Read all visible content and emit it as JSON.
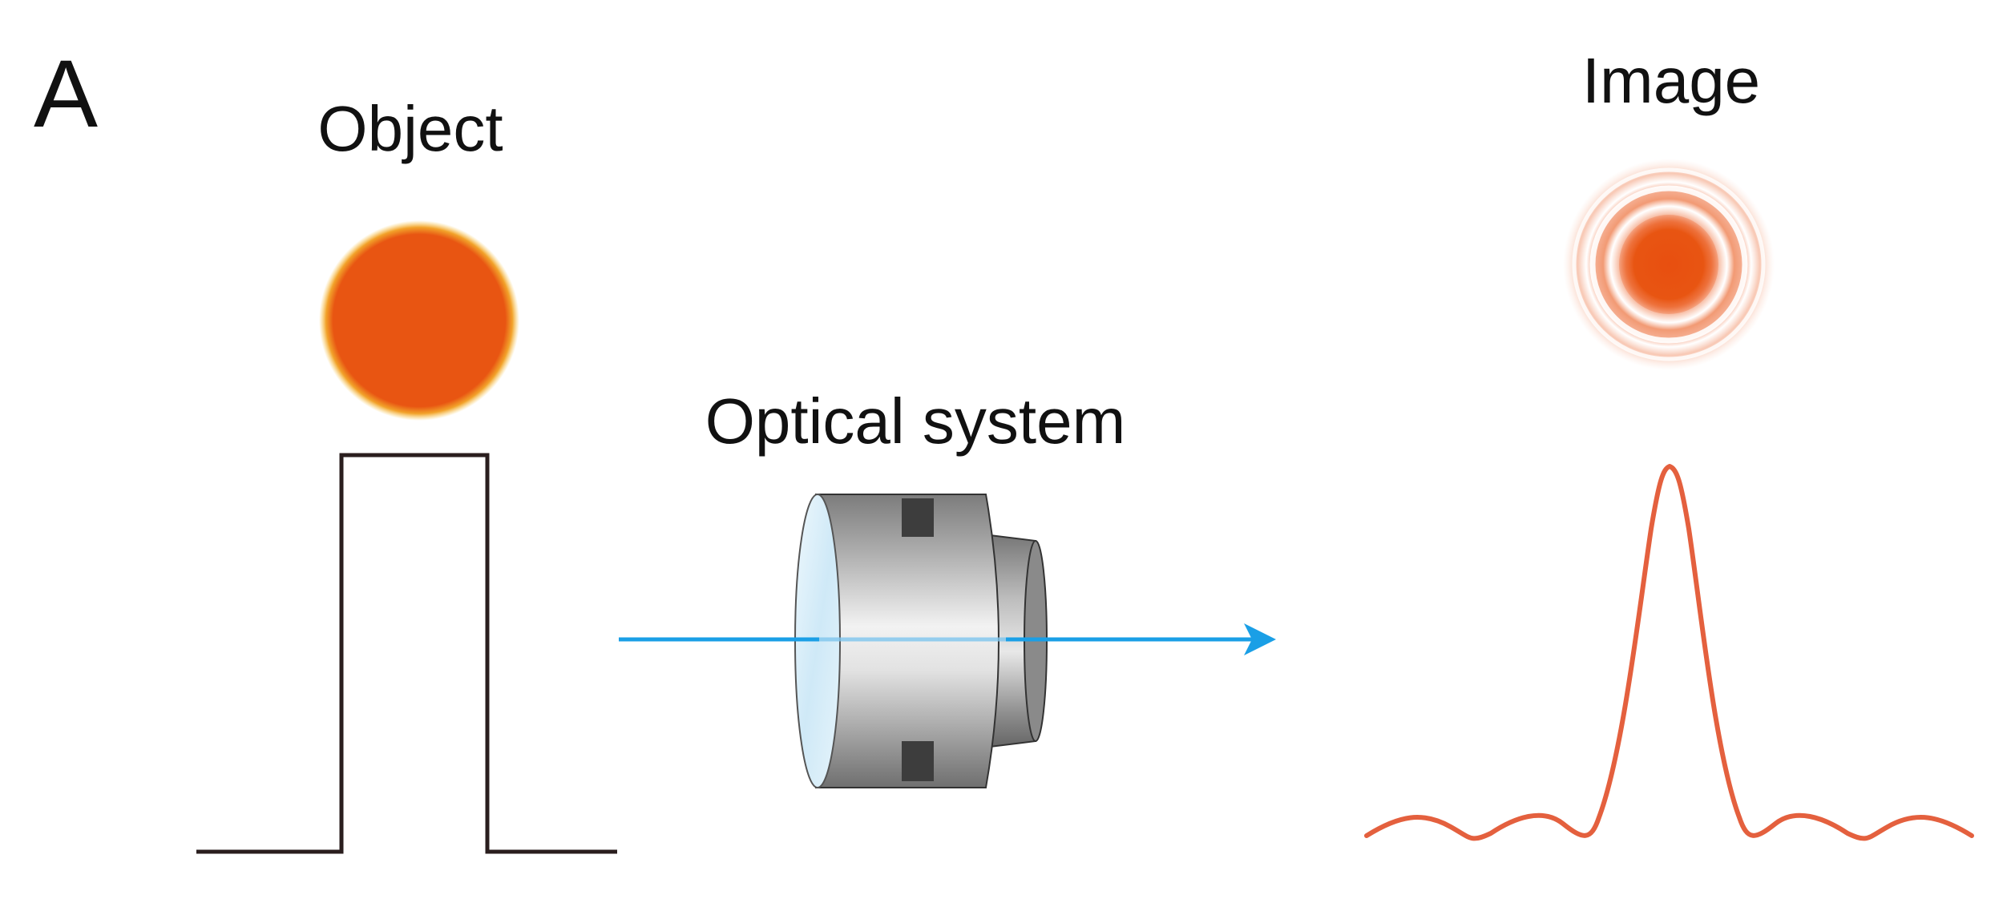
{
  "panel_label": "A",
  "labels": {
    "object": "Object",
    "optical_system": "Optical system",
    "image": "Image"
  },
  "colors": {
    "object_fill": "#e85512",
    "object_rim": "#f6b820",
    "airy_core": "#e85512",
    "psf_curve": "#e4603e",
    "rect_pulse": "#2a1e1e",
    "light_ray": "#1a9fe6",
    "lens_body": "#b8b8b8",
    "lens_glass": "#d6eef9"
  },
  "icons": {
    "object_disk": "blurred-orange-disk",
    "optical_system": "lens-barrel-icon",
    "image_spot": "airy-pattern-rings"
  },
  "profiles": {
    "object_profile": "rectangular-pulse",
    "image_profile": "airy-intensity-curve"
  }
}
